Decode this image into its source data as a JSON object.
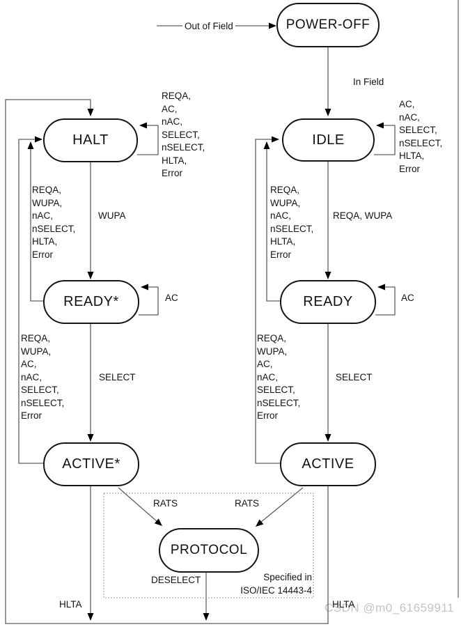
{
  "diagram": {
    "states": {
      "power_off": "POWER-OFF",
      "halt": "HALT",
      "idle": "IDLE",
      "ready_halted": "READY*",
      "ready": "READY",
      "active_halted": "ACTIVE*",
      "active": "ACTIVE",
      "protocol": "PROTOCOL"
    },
    "labels": {
      "out_of_field": "Out of Field",
      "in_field": "In Field",
      "halt_self_loop": "REQA,\nAC,\nnAC,\nSELECT,\nnSELECT,\nHLTA,\nError",
      "idle_self_loop": "AC,\nnAC,\nSELECT,\nnSELECT,\nHLTA,\nError",
      "halt_return_upper": "REQA,\nWUPA,\nnAC,\nnSELECT,\nHLTA,\nError",
      "idle_return_upper": "REQA,\nWUPA,\nnAC,\nnSELECT,\nHLTA,\nError",
      "wupa": "WUPA",
      "reqa_wupa": "REQA, WUPA",
      "ready_halted_self_loop": "AC",
      "ready_self_loop": "AC",
      "halt_return_lower": "REQA,\nWUPA,\nAC,\nnAC,\nSELECT,\nnSELECT,\nError",
      "idle_return_lower": "REQA,\nWUPA,\nAC,\nnAC,\nSELECT,\nnSELECT,\nError",
      "select_left": "SELECT",
      "select_right": "SELECT",
      "rats_left": "RATS",
      "rats_right": "RATS",
      "deselect": "DESELECT",
      "hlta_left": "HLTA",
      "hlta_right": "HLTA",
      "note": "Specified in\nISO/IEC 14443-4"
    },
    "watermark": "CSDN @m0_61659911",
    "colors": {
      "line": "#5f5f5f",
      "state_border": "#141414",
      "dotted_box": "#9a9a9a",
      "watermark": "#c4c4c4",
      "background": "#ffffff"
    }
  }
}
